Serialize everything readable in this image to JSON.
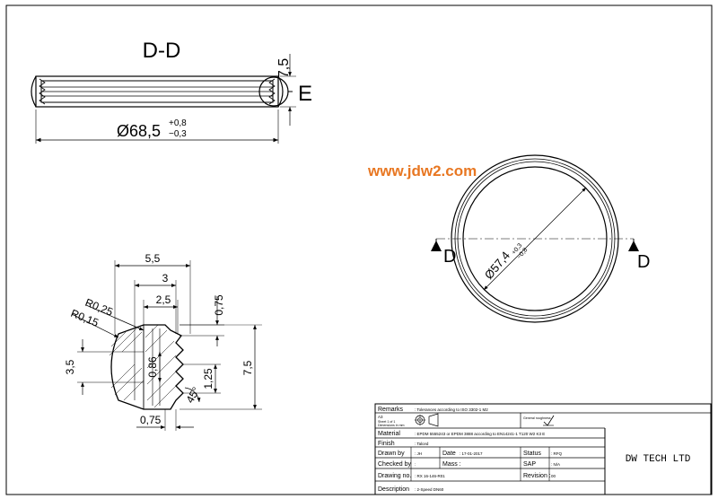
{
  "views": {
    "section_label": "D-D",
    "detail_label": "E",
    "cut_label_left": "D",
    "cut_label_right": "D"
  },
  "watermark": {
    "text": "www.jdw2.com",
    "color": "#e87722"
  },
  "dimensions": {
    "height_main": "7,5",
    "outer_diameter": "Ø68,5",
    "outer_tol_upper": "+0,8",
    "outer_tol_lower": "−0,3",
    "inner_diameter": "Ø57,4",
    "inner_tol_upper": "+0,3",
    "inner_tol_lower": "−0,8",
    "detail_width_outer": "5,5",
    "detail_width_mid": "3",
    "detail_width_inner": "2,5",
    "detail_top_offset": "0,75",
    "radius_large": "R0,25",
    "radius_small": "R0,15",
    "detail_left_height": "3,5",
    "detail_groove_height": "0,86",
    "detail_pitch": "1,25",
    "detail_height": "7,5",
    "detail_bottom_offset": "0,75",
    "chamfer_angle": "45°"
  },
  "title_block": {
    "remarks_label": "Remarks",
    "remarks_value": ": Tolerances according to ISO 3302-1 M2",
    "sheet_size": "A3",
    "sheet_info": "Sheet 1 of 1",
    "dimensions_info": "Dimensions in mm",
    "roughness_label": "General roughness",
    "material_label": "Material",
    "material_value": ": EPDM 5555243 or EPDM 3888 according to EN14241-1 T120 W2 K3 E",
    "finish_label": "Finish",
    "finish_value": ": Talced",
    "drawn_by_label": "Drawn by",
    "drawn_by_value": ": JH",
    "date_label": "Date",
    "date_value": ": 17-01-2017",
    "status_label": "Status",
    "status_value": ": RFQ",
    "checked_by_label": "Checked by",
    "checked_by_value": ":",
    "mass_label": "Mass :",
    "sap_label": "SAP",
    "sap_value": ": N/A",
    "drawing_no_label": "Drawing no.",
    "drawing_no_value": ": RX 16-146-R01",
    "revision_label": "Revision :",
    "revision_value": "00",
    "description_label": "Description",
    "description_value": ": 2-Speed DN60",
    "company": "DW TECH LTD"
  }
}
